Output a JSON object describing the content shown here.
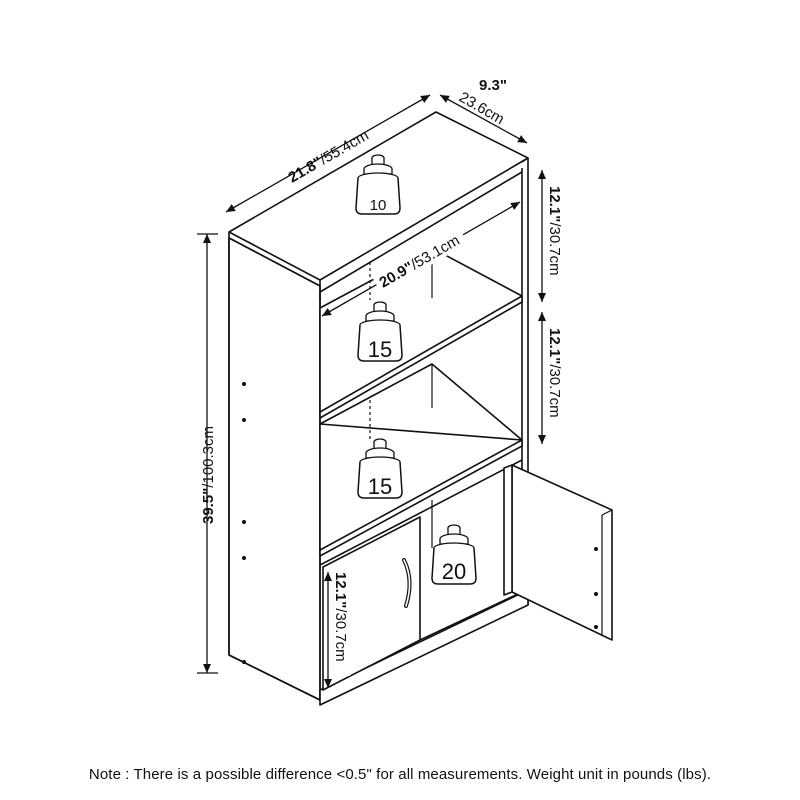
{
  "dimensions": {
    "width_in": "21.8\"",
    "width_cm": "/55.4cm",
    "depth_in": "9.3\"",
    "depth_cm": "23.6cm",
    "height_in": "39.5\"",
    "height_cm": "/100.3cm",
    "shelf_width_in": "20.9\"",
    "shelf_width_cm": "/53.1cm",
    "shelf1_height_in": "12.1\"",
    "shelf1_height_cm": "/30.7cm",
    "shelf2_height_in": "12.1\"",
    "shelf2_height_cm": "/30.7cm",
    "cabinet_height_in": "12.1\"",
    "cabinet_height_cm": "/30.7cm"
  },
  "weights": {
    "top": "10",
    "shelf1": "15",
    "shelf2": "15",
    "cabinet": "20"
  },
  "note": "Note : There is a possible difference <0.5\" for all measurements. Weight unit in pounds (lbs)."
}
